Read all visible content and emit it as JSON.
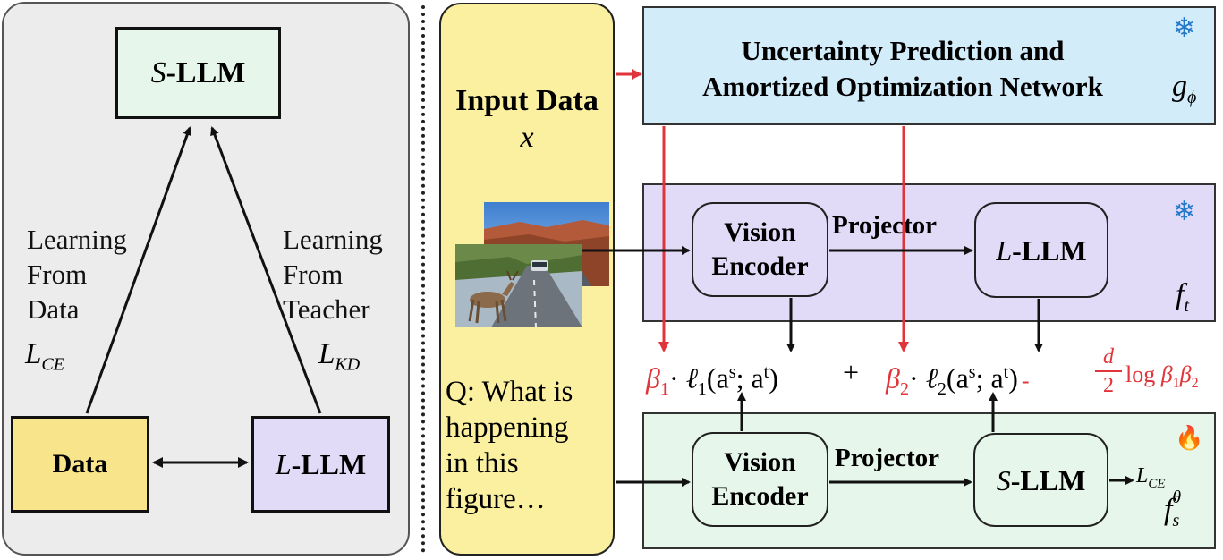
{
  "left": {
    "top_box": {
      "prefix": "S",
      "suffix": "-LLM"
    },
    "data_box": "Data",
    "llm_box": {
      "prefix": "L",
      "suffix": "-LLM"
    },
    "learn_data": [
      "Learning",
      "From",
      "Data"
    ],
    "learn_teacher": [
      "Learning",
      "From",
      "Teacher"
    ],
    "loss_ce": {
      "base": "L",
      "sub": "CE"
    },
    "loss_kd": {
      "base": "L",
      "sub": "KD"
    }
  },
  "input": {
    "title": "Input Data",
    "var": "x",
    "question": [
      "Q: What is",
      "happening",
      "in this",
      "figure…"
    ]
  },
  "uncertainty": {
    "title_line1": "Uncertainty Prediction and",
    "title_line2": "Amortized Optimization Network",
    "symbol": {
      "base": "g",
      "sub": "ϕ"
    },
    "icon": "❄"
  },
  "teacher": {
    "vision_line1": "Vision",
    "vision_line2": "Encoder",
    "projector": "Projector",
    "llm": {
      "prefix": "L",
      "suffix": "-LLM"
    },
    "symbol": {
      "base": "f",
      "sub": "t"
    },
    "icon": "❄"
  },
  "student": {
    "vision_line1": "Vision",
    "vision_line2": "Encoder",
    "projector": "Projector",
    "llm": {
      "prefix": "S",
      "suffix": "-LLM"
    },
    "symbol": {
      "base": "f",
      "sub": "s",
      "sup": "θ"
    },
    "loss": {
      "base": "L",
      "sub": "CE"
    },
    "icon": "🔥"
  },
  "equation": {
    "beta1": "β",
    "beta1_sub": "1",
    "dot1": "·",
    "ell1": "ℓ",
    "ell1_sub": "1",
    "args1_a": "(a",
    "args1_s": "s",
    "args1_b": "; a",
    "args1_t": "t",
    "args1_c": ")",
    "plus": "+",
    "beta2": "β",
    "beta2_sub": "2",
    "dot2": "·",
    "ell2": "ℓ",
    "ell2_sub": "2",
    "args2_a": "(a",
    "args2_s": "s",
    "args2_b": "; a",
    "args2_t": "t",
    "args2_c": ")",
    "minus": "-",
    "frac_num": "d",
    "frac_den": "2",
    "log": "log",
    "b1": "β",
    "b1_sub": "1",
    "b2": "β",
    "b2_sub": "2"
  },
  "colors": {
    "red": "#e0353b",
    "blue_panel": "#d3ecfa",
    "purple_panel": "#e1dbf7",
    "green_panel": "#e6f6ea",
    "yellow_panel": "#faf0a0"
  }
}
